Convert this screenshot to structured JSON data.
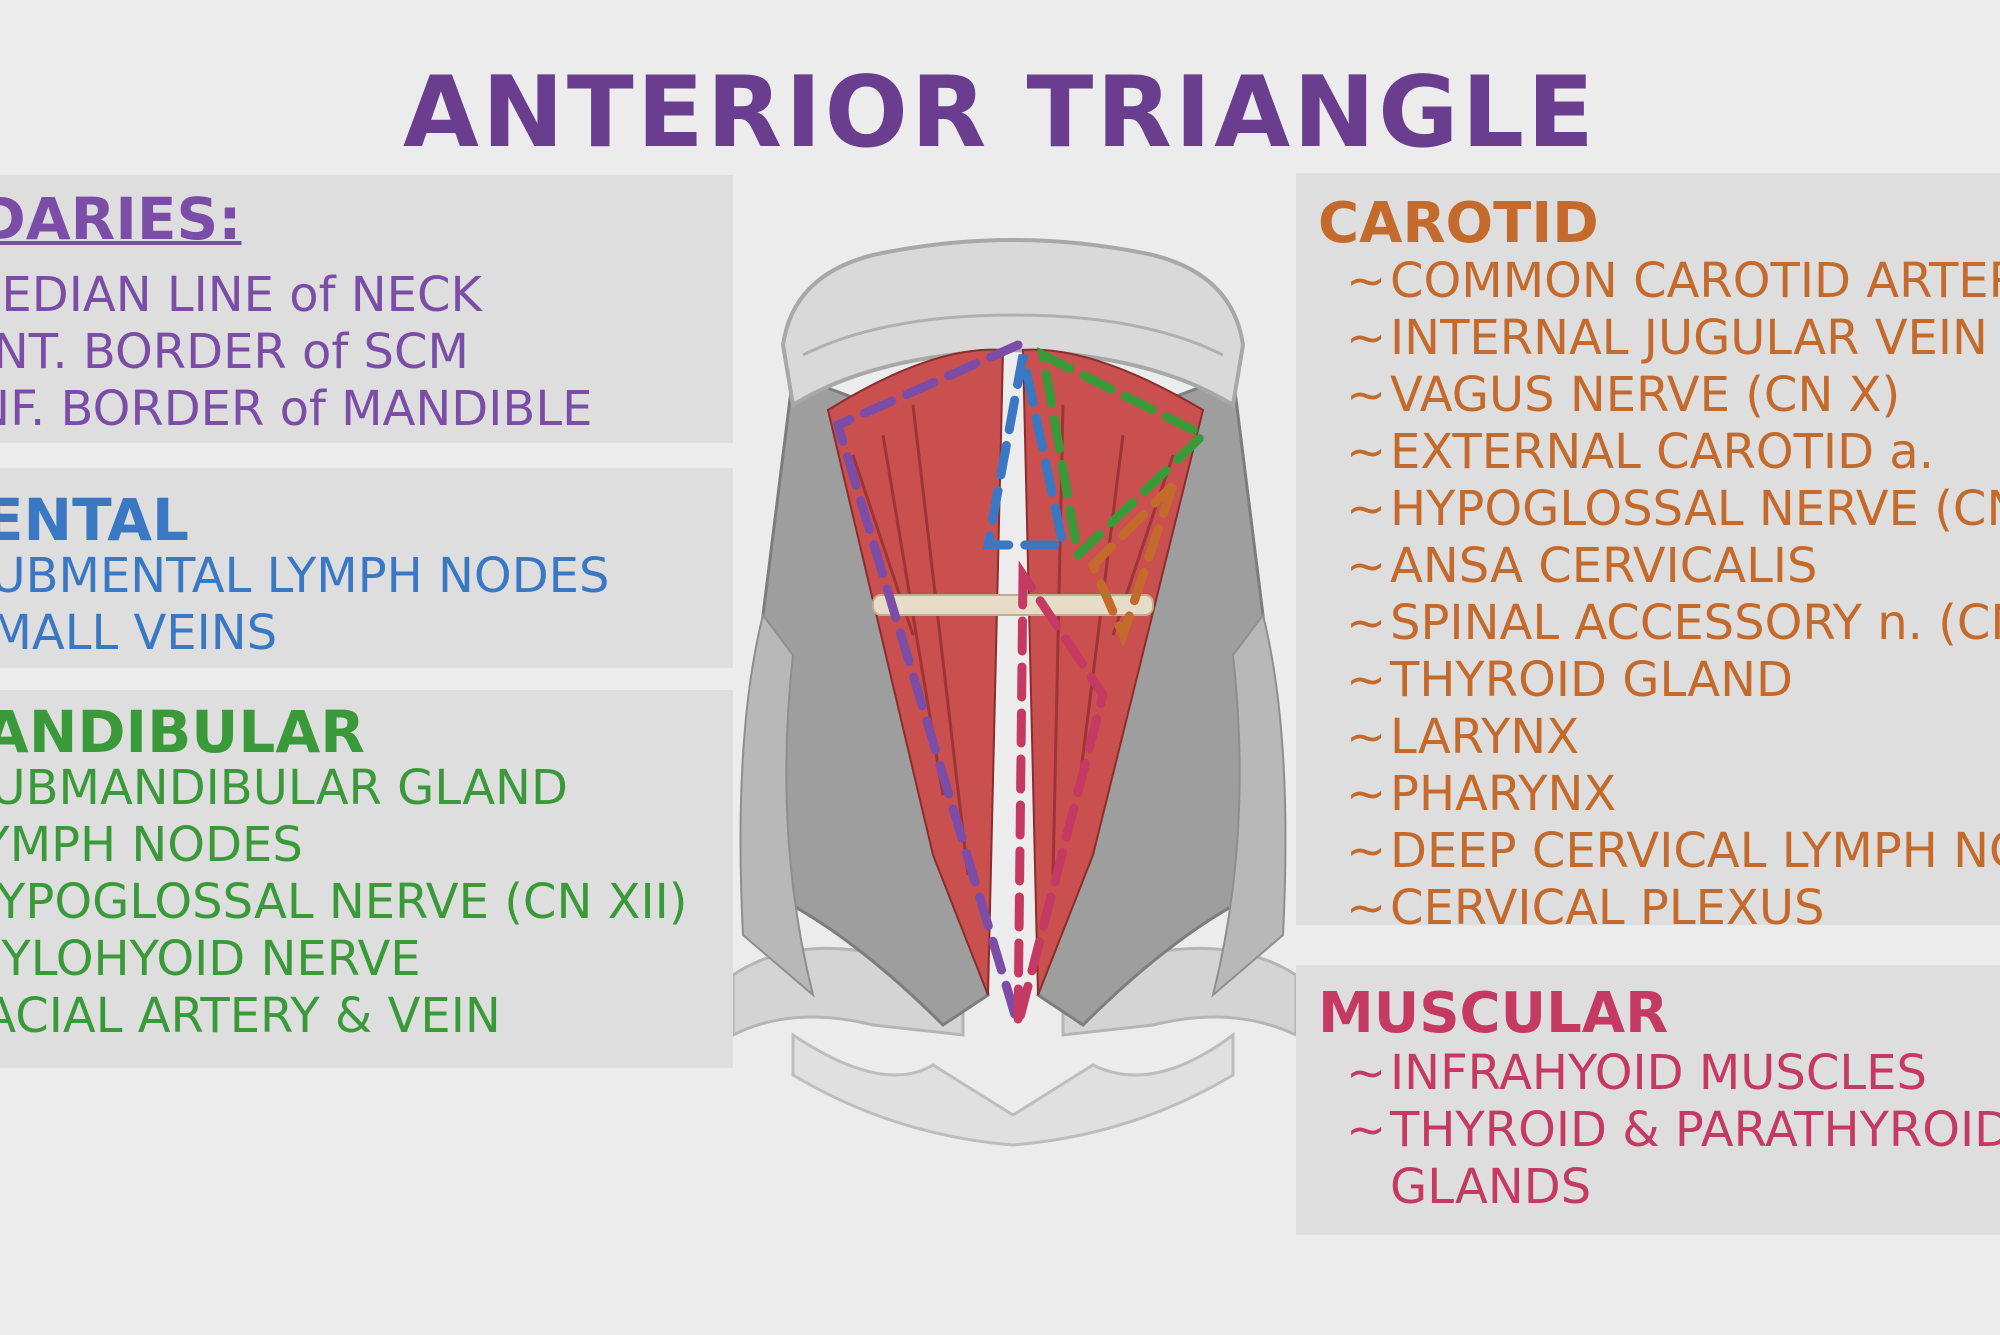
{
  "title": "ANTERIOR TRIANGLE",
  "boundaries": {
    "heading": "UNDARIES:",
    "items": [
      "MEDIAN LINE of NECK",
      "ANT. BORDER of SCM",
      "INF. BORDER of MANDIBLE"
    ]
  },
  "submental": {
    "heading": "BMENTAL",
    "items": [
      "SUBMENTAL LYMPH NODES",
      "SMALL VEINS"
    ]
  },
  "submandibular": {
    "heading": "BMANDIBULAR",
    "items": [
      "SUBMANDIBULAR GLAND",
      "LYMPH NODES",
      "HYPOGLOSSAL NERVE (CN XII)",
      "MYLOHYOID NERVE",
      "FACIAL ARTERY & VEIN"
    ]
  },
  "carotid": {
    "heading": "CAROTID",
    "items": [
      "COMMON CAROTID ARTERY",
      "INTERNAL JUGULAR VEIN",
      "VAGUS NERVE (CN X)",
      "EXTERNAL CAROTID a.",
      "HYPOGLOSSAL NERVE (CN XII)",
      "ANSA CERVICALIS",
      "SPINAL ACCESSORY n. (CN XI)",
      "THYROID GLAND",
      "LARYNX",
      "PHARYNX",
      "DEEP CERVICAL LYMPH NODES",
      "CERVICAL PLEXUS"
    ]
  },
  "muscular": {
    "heading": "MUSCULAR",
    "items": [
      "INFRAHYOID MUSCLES",
      "THYROID & PARATHYROID",
      "GLANDS"
    ]
  },
  "tilde": "~",
  "colors": {
    "title": "#6a3d8f",
    "boundaries": "#7b4da6",
    "submental": "#3a78c4",
    "submandibular": "#3a9a3a",
    "carotid": "#c46a2c",
    "muscular": "#c43a62",
    "muscle": "#c9504f",
    "panel": "#dedede"
  }
}
